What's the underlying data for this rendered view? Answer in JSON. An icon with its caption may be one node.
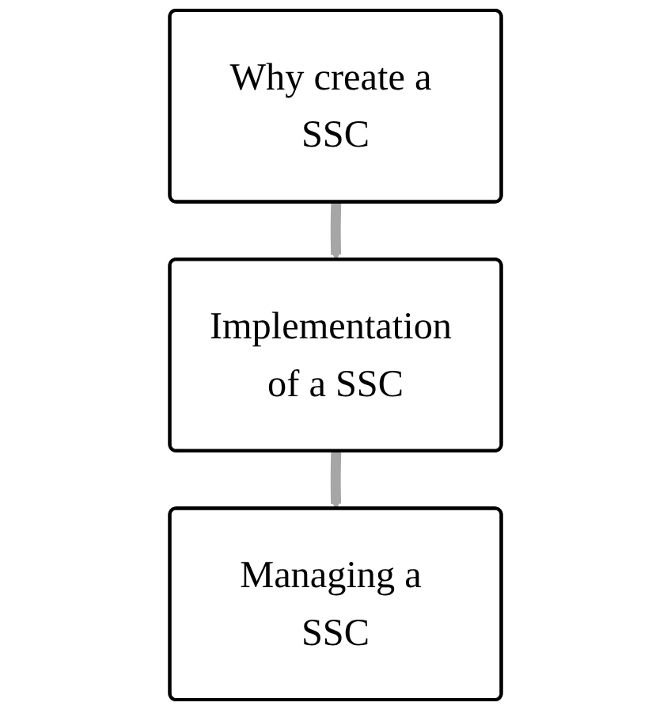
{
  "diagram": {
    "nodes": [
      {
        "text": [
          "Why create a SSC"
        ]
      },
      {
        "text": [
          "Implementation of a SSC"
        ]
      },
      {
        "text": [
          "Managing a SSC"
        ]
      }
    ],
    "edges": [
      {
        "from": 0,
        "to": 1,
        "arrow": "to"
      },
      {
        "from": 1,
        "to": 2,
        "arrow": "to"
      }
    ]
  }
}
